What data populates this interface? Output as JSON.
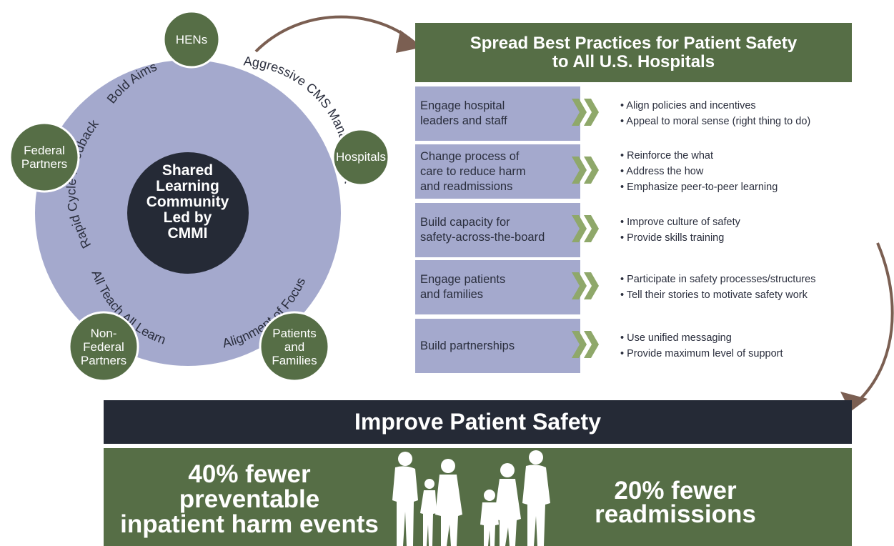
{
  "cycle": {
    "center_lines": [
      "Shared",
      "Learning",
      "Community",
      "Led by",
      "CMMI"
    ],
    "ring_labels": {
      "bold_aims": "Bold Aims",
      "aggressive_cms": "Aggressive CMS Management",
      "alignment": "Alignment of Focus",
      "all_teach": "All Teach All Learn",
      "rapid_cycle": "Rapid Cycle Feedback"
    },
    "nodes": {
      "hens": [
        "HENs"
      ],
      "hospitals": [
        "Hospitals"
      ],
      "patients": [
        "Patients",
        "and",
        "Families"
      ],
      "nonfederal": [
        "Non-",
        "Federal",
        "Partners"
      ],
      "federal": [
        "Federal",
        "Partners"
      ]
    }
  },
  "header": {
    "lines": [
      "Spread Best Practices for Patient Safety",
      "to All U.S. Hospitals"
    ]
  },
  "rows": [
    {
      "label_lines": [
        "Engage hospital",
        "leaders and staff"
      ],
      "bullets": [
        "• Align policies and incentives",
        "• Appeal to moral sense (right thing to do)"
      ]
    },
    {
      "label_lines": [
        "Change process of",
        "care to reduce harm",
        "and readmissions"
      ],
      "bullets": [
        "• Reinforce the what",
        "• Address the how",
        "• Emphasize peer-to-peer learning"
      ]
    },
    {
      "label_lines": [
        "Build capacity for",
        "safety-across-the-board"
      ],
      "bullets": [
        "• Improve culture of safety",
        "• Provide skills training"
      ]
    },
    {
      "label_lines": [
        "Engage patients",
        "and families"
      ],
      "bullets": [
        "• Participate in safety processes/structures",
        "• Tell their stories to motivate safety work"
      ]
    },
    {
      "label_lines": [
        "Build partnerships"
      ],
      "bullets": [
        "• Use unified messaging",
        "• Provide maximum level of support"
      ]
    }
  ],
  "improve": {
    "title": "Improve Patient Safety"
  },
  "stats": {
    "left_lines": [
      "40% fewer",
      "preventable",
      "inpatient harm events"
    ],
    "right_lines": [
      "20% fewer",
      "readmissions"
    ]
  },
  "colors": {
    "green": "#566e46",
    "ring": "#a4a9cd",
    "dark": "#252a36",
    "chevron": "#8fa86a"
  },
  "icons": [
    "chevron-double-icon",
    "family-silhouette-icon",
    "curved-arrow-icon"
  ]
}
